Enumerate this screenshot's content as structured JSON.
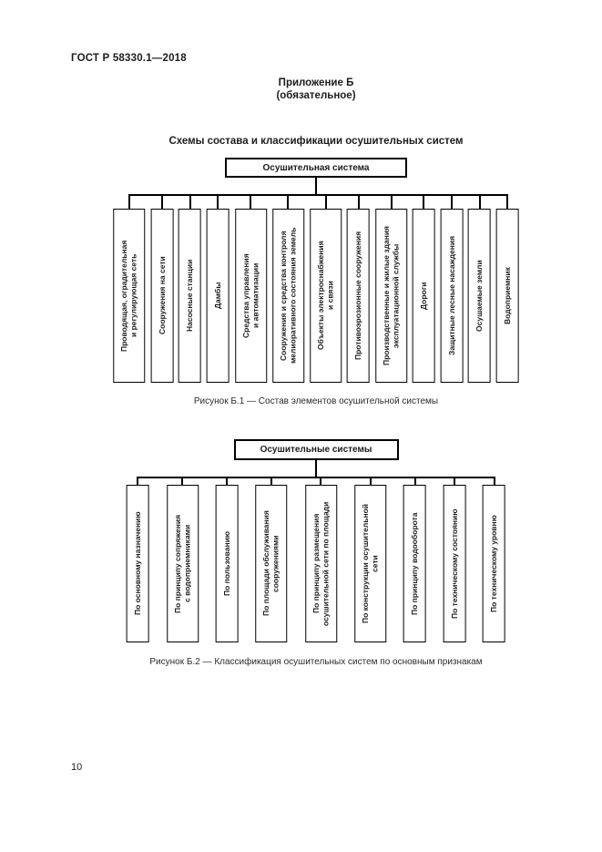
{
  "page": {
    "doc_number": "ГОСТ Р 58330.1—2018",
    "appendix_title": "Приложение Б",
    "appendix_subtitle": "(обязательное)",
    "section_title": "Схемы состава и классификации осушительных систем",
    "page_number": "10"
  },
  "figures": [
    {
      "root": "Осушительная система",
      "boxes": [
        "Проводящая, оградительная\nи регулирующая сеть",
        "Сооружения на сети",
        "Насосные станции",
        "Дамбы",
        "Средства управления\nи автоматизации",
        "Сооружения и средства контроля\nмелиоративного состояния земель",
        "Объекты электроснабжения\nи связи",
        "Противоэрозионные сооружения",
        "Производственные и жилые здания\nэксплуатационной службы",
        "Дороги",
        "Защитные лесные насаждения",
        "Осушаемые земли",
        "Водоприемник"
      ],
      "caption": "Рисунок Б.1 — Состав элементов осушительной системы"
    },
    {
      "root": "Осушительные системы",
      "boxes": [
        "По основному назначению",
        "По принципу сопряжения\nс водоприемниками",
        "По пользованию",
        "По площади обслуживания\nсооружениями",
        "По принципу размещения\nосушительной сети по площади",
        "По конструкции осушительной\nсети",
        "По принципу водооборота",
        "По техническому состоянию",
        "По техническому уровню"
      ],
      "caption": "Рисунок Б.2 — Классификация осушительных систем по основным признакам"
    }
  ],
  "colors": {
    "line": "#000000",
    "text": "#1c1c1c",
    "background": "#ffffff"
  }
}
